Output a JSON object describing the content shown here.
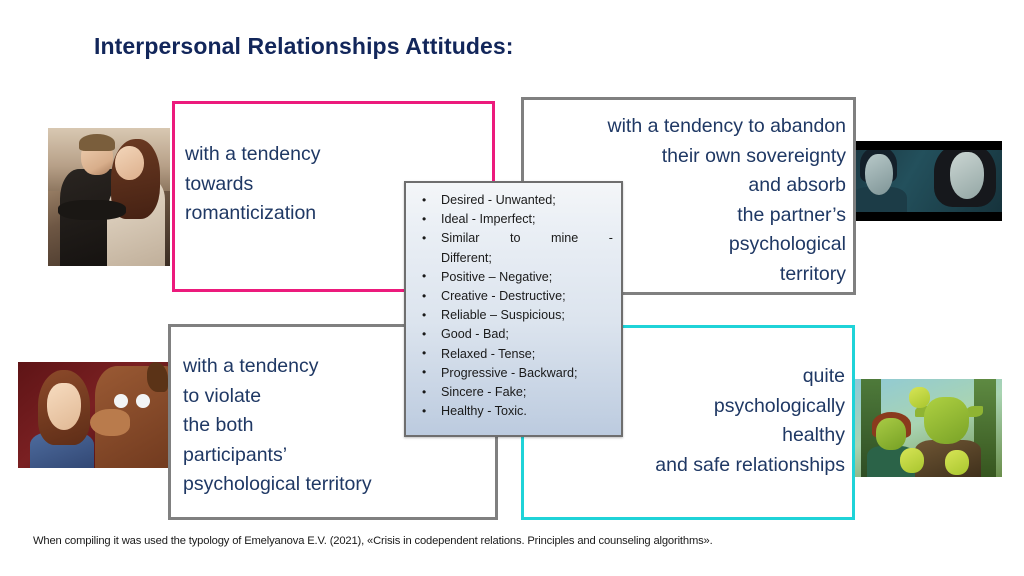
{
  "slide": {
    "title": "Interpersonal Relationships Attitudes:",
    "title_color": "#12265A",
    "body_text_color": "#1F3864",
    "background_color": "#FFFFFF"
  },
  "quadrants": {
    "top_left": {
      "text": "with a tendency\ntowards\nromanticization",
      "border_color": "#EC1A7C",
      "align": "left",
      "photo_caption": "titanic-film-still"
    },
    "top_right": {
      "text": "with a tendency to abandon\ntheir own sovereignty\nand absorb\nthe partner’s\npsychological\nterritory",
      "border_color": "#808080",
      "align": "right",
      "photo_caption": "twilight-film-still"
    },
    "bottom_left": {
      "text": "with a tendency\nto violate\nthe both\nparticipants’\npsychological territory",
      "border_color": "#808080",
      "align": "left",
      "photo_caption": "beauty-and-the-beast-film-still"
    },
    "bottom_right": {
      "text": "quite\npsychologically\nhealthy\nand safe relationships",
      "border_color": "#1FD3D8",
      "align": "right",
      "photo_caption": "shrek-family-film-still"
    }
  },
  "attribute_list": {
    "items": [
      "Desired - Unwanted;",
      "Ideal - Imperfect;",
      "Similar to mine - Different;",
      "Positive – Negative;",
      "Creative - Destructive;",
      "Reliable – Suspicious;",
      "Good - Bad;",
      "Relaxed - Tense;",
      "Progressive - Backward;",
      "Sincere - Fake;",
      "Healthy - Toxic."
    ],
    "item_3_line_1": "Similar to mine -",
    "item_3_line_2": "Different;",
    "border_color": "#6E6E6E",
    "gradient_from": "#F4F6F8",
    "gradient_to": "#BCCBDF"
  },
  "footer": {
    "note": "When compiling it was used the typology of Emelyanova E.V. (2021), «Crisis in codependent relations. Principles and counseling algorithms»."
  }
}
